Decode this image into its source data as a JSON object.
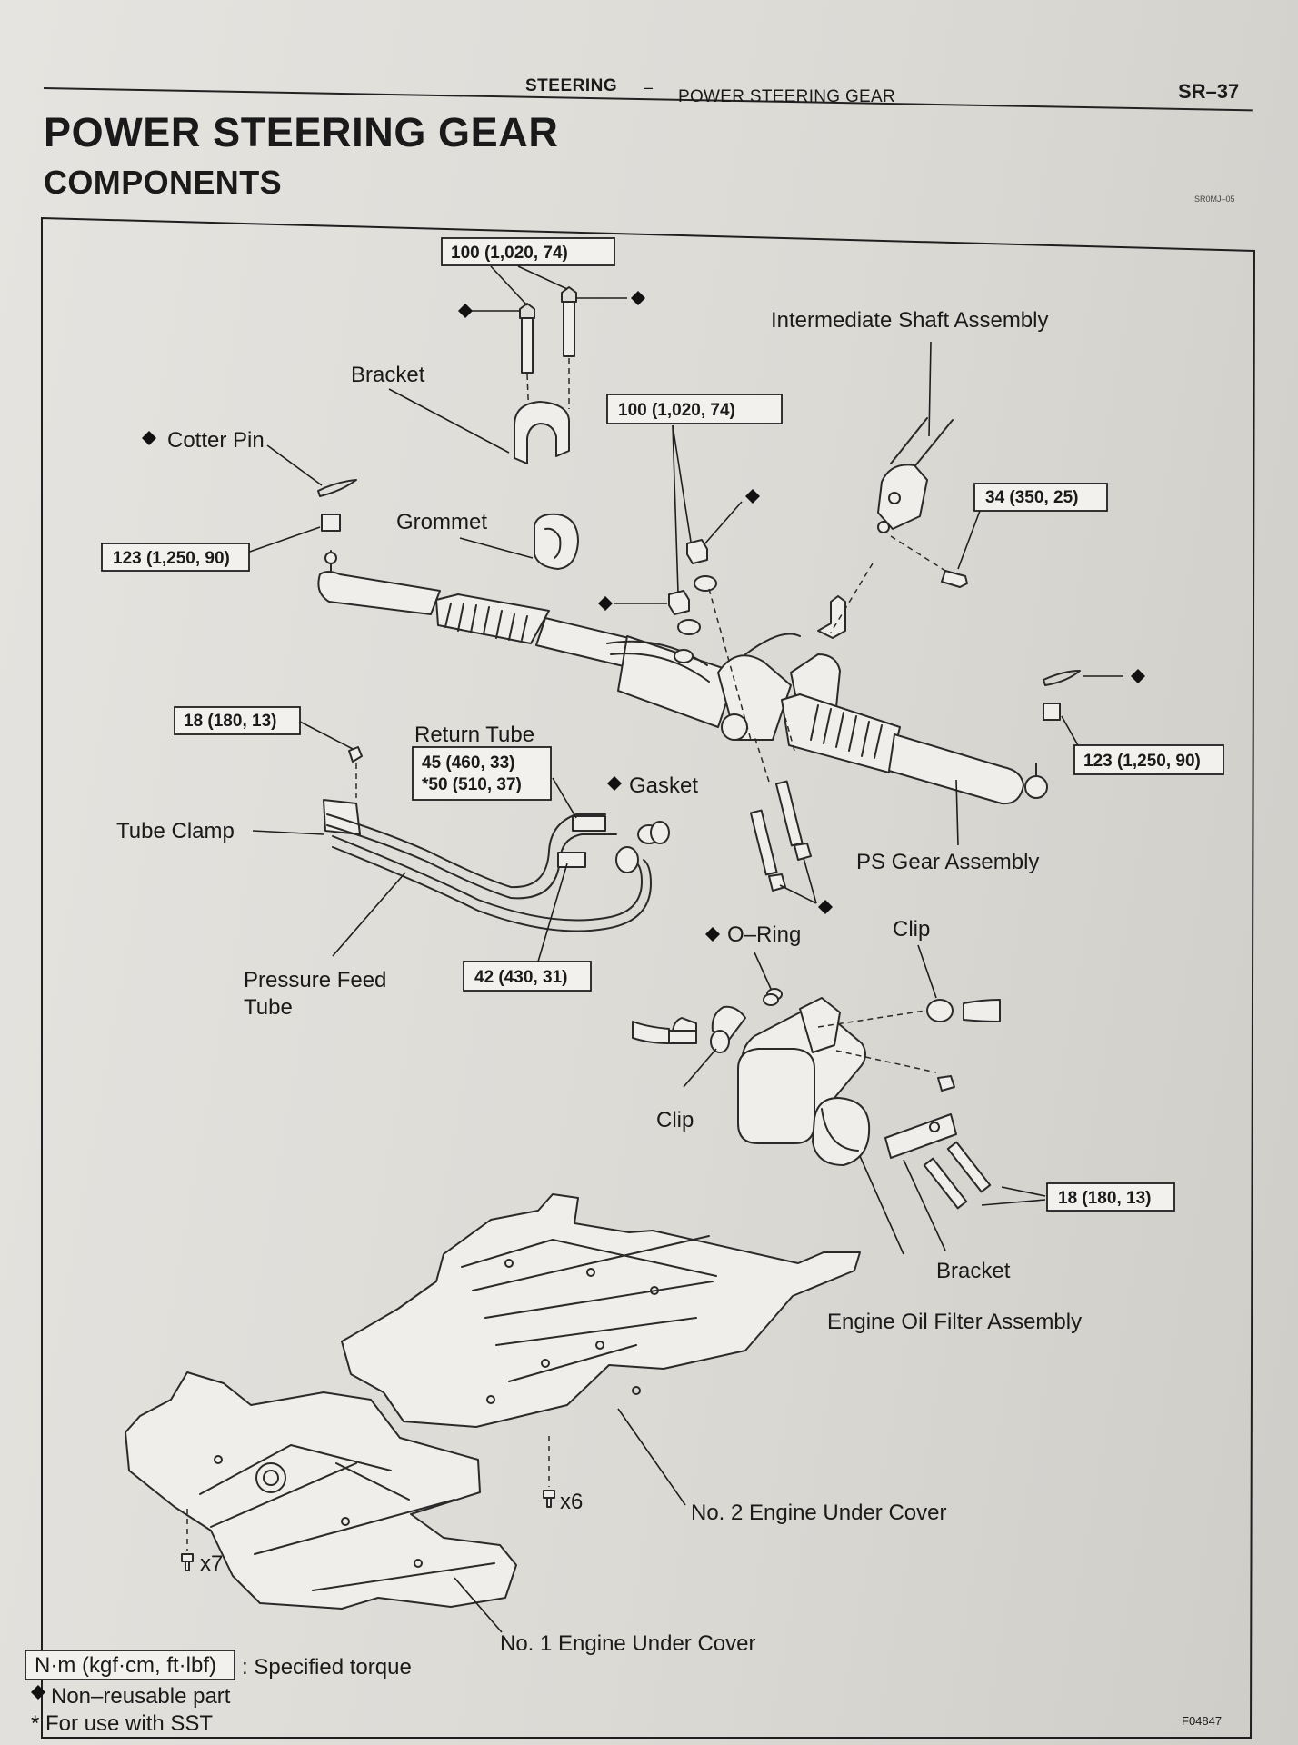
{
  "header": {
    "section": "STEERING",
    "separator": "–",
    "subsection": "POWER STEERING GEAR",
    "page": "SR–37"
  },
  "title": "POWER STEERING GEAR",
  "subtitle": "COMPONENTS",
  "diagram_code": "SR0MJ–05",
  "figure_id": "F04847",
  "torque_specs": {
    "bracket_bolts": "100 (1,020, 74)",
    "gear_nuts": "100 (1,020, 74)",
    "intermediate_shaft_bolt": "34 (350, 25)",
    "tie_rod_nut_left": "123 (1,250, 90)",
    "tie_rod_nut_right": "123 (1,250, 90)",
    "tube_clamp_bolt": "18 (180, 13)",
    "return_tube": "45 (460, 33)",
    "return_tube_sst": "*50 (510, 37)",
    "pressure_feed_tube": "42 (430, 31)",
    "filter_bracket_bolts": "18 (180, 13)"
  },
  "labels": {
    "bracket_top": "Bracket",
    "cotter_pin": "Cotter Pin",
    "grommet": "Grommet",
    "intermediate_shaft": "Intermediate Shaft Assembly",
    "return_tube": "Return Tube",
    "gasket": "Gasket",
    "tube_clamp": "Tube Clamp",
    "ps_gear": "PS Gear Assembly",
    "pressure_feed_1": "Pressure Feed",
    "pressure_feed_2": "Tube",
    "o_ring": "O–Ring",
    "clip_right": "Clip",
    "clip_left": "Clip",
    "bracket_bottom": "Bracket",
    "oil_filter": "Engine Oil Filter Assembly",
    "under_cover_2": "No. 2 Engine Under Cover",
    "under_cover_1": "No. 1 Engine Under Cover",
    "qty_6": "x6",
    "qty_7": "x7"
  },
  "legend": {
    "unit_box": "N·m (kgf·cm, ft·lbf)",
    "unit_desc": ": Specified torque",
    "non_reusable": "Non–reusable part",
    "sst": "* For use with SST"
  },
  "icons": {
    "non_reusable_marker": "diamond-icon",
    "bolt_marker": "bolt-icon"
  }
}
